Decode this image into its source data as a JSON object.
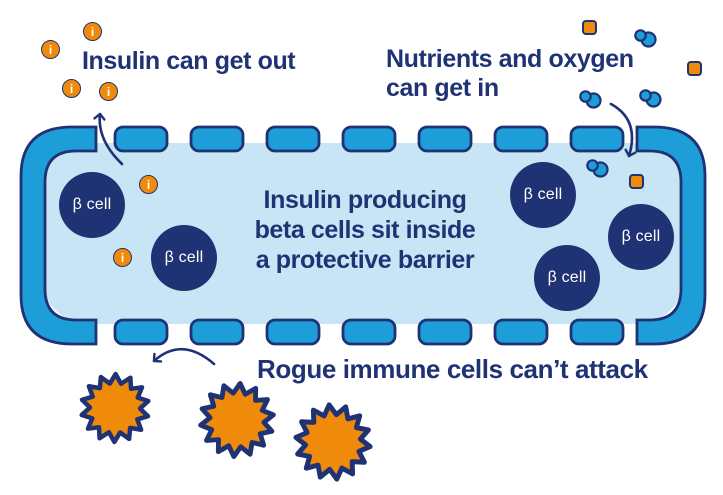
{
  "colors": {
    "navy": "#1F3274",
    "blue": "#1E9ED9",
    "lightblue": "#C8E5F6",
    "orange": "#F08A0B",
    "white": "#FFFFFF"
  },
  "annotations": {
    "insulin_out": {
      "text": "Insulin can get out"
    },
    "nutrients_in": {
      "text": "Nutrients and oxygen\ncan get in"
    },
    "capsule_caption": {
      "text": "Insulin producing\nbeta cells sit inside\na protective barrier"
    },
    "immune_attack": {
      "text": "Rogue immune cells can’t attack"
    }
  },
  "capsule": {
    "beta_cell_label": "β cell",
    "beta_cell_count": 5
  },
  "particles": {
    "insulin_label": "i",
    "insulin_count": 6,
    "nutrient_count": 3,
    "oxygen_count": 4,
    "immune_cell_count": 3
  }
}
